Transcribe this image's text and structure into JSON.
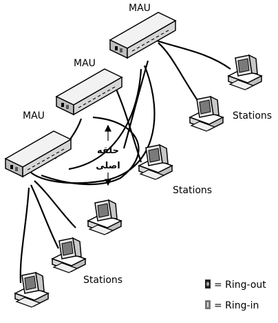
{
  "mau_labels": [
    "MAU",
    "MAU",
    "MAU"
  ],
  "stations_labels": [
    "Stations",
    "Stations",
    "Stations"
  ],
  "ring_label_line1": "حلقه",
  "ring_label_line2": "اصلی",
  "legend": [
    {
      "symbol": "O",
      "text": "= Ring-out"
    },
    {
      "symbol": "I",
      "text": "= Ring-in"
    }
  ]
}
